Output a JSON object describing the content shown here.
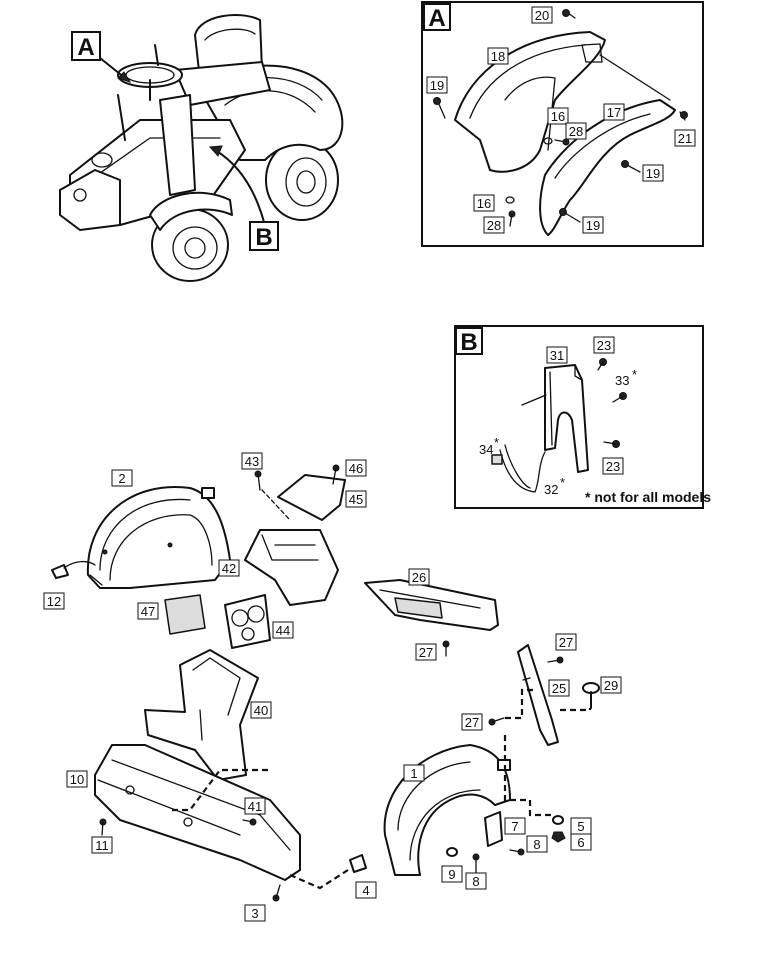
{
  "insets": {
    "a": {
      "letter": "A"
    },
    "b": {
      "letter": "B",
      "note": "* not for all models"
    }
  },
  "callouts": {
    "overview_a": "A",
    "overview_b": "B"
  },
  "labels": {
    "a_20": "20",
    "a_18": "18",
    "a_19a": "19",
    "a_16a": "16",
    "a_28a": "28",
    "a_17": "17",
    "a_21": "21",
    "a_19b": "19",
    "a_16b": "16",
    "a_28b": "28",
    "a_19c": "19",
    "b_31": "31",
    "b_23a": "23",
    "b_33": "33",
    "b_34": "34",
    "b_23b": "23",
    "b_32": "32",
    "p_2": "2",
    "p_12": "12",
    "p_43": "43",
    "p_46": "46",
    "p_45": "45",
    "p_42": "42",
    "p_47": "47",
    "p_44": "44",
    "p_26": "26",
    "p_27a": "27",
    "p_27b": "27",
    "p_25": "25",
    "p_29": "29",
    "p_27c": "27",
    "p_40": "40",
    "p_10": "10",
    "p_41": "41",
    "p_11": "11",
    "p_1": "1",
    "p_7": "7",
    "p_5": "5",
    "p_6": "6",
    "p_8": "8",
    "p_9": "9",
    "p_8b": "8",
    "p_4": "4",
    "p_3": "3"
  },
  "asterisk": "*"
}
